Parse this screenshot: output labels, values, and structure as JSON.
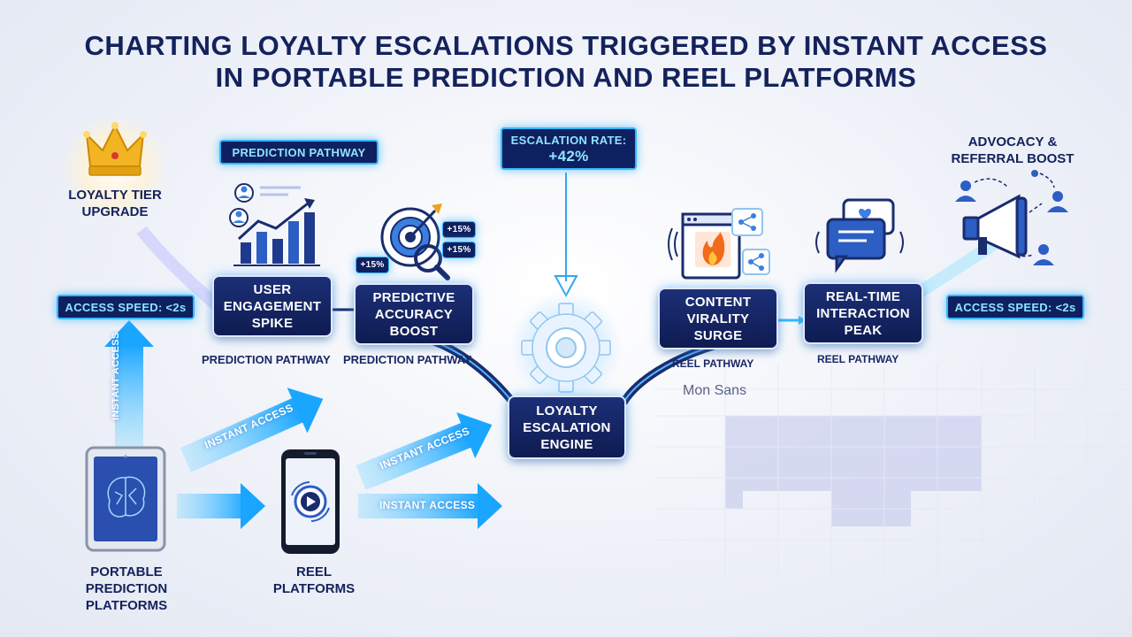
{
  "title": {
    "line1": "CHARTING LOYALTY ESCALATIONS TRIGGERED BY INSTANT ACCESS",
    "line2": "IN PORTABLE PREDICTION AND REEL PLATFORMS"
  },
  "sources": {
    "portable": "PORTABLE\nPREDICTION\nPLATFORMS",
    "reel": "REEL\nPLATFORMS"
  },
  "arrows": {
    "instant_access": "INSTANT ACCESS"
  },
  "access_speed": {
    "left": "ACCESS SPEED: <2s",
    "right": "ACCESS SPEED: <2s"
  },
  "pathway_tag": "PREDICTION PATHWAY",
  "escalation": {
    "label": "ESCALATION RATE:",
    "value": "+42%"
  },
  "nodes": {
    "engagement": "USER\nENGAGEMENT\nSPIKE",
    "accuracy": "PREDICTIVE\nACCURACY\nBOOST",
    "engine": "LOYALTY\nESCALATION\nENGINE",
    "virality": "CONTENT\nVIRALITY\nSURGE",
    "interaction": "REAL-TIME\nINTERACTION\nPEAK"
  },
  "captions": {
    "engagement": "PREDICTION PATHWAY",
    "accuracy": "PREDICTION PATHWAY",
    "virality": "REEL PATHWAY",
    "interaction": "REEL PATHWAY",
    "font_artifact": "Mon Sans"
  },
  "outcomes": {
    "loyalty_tier": "LOYALTY TIER\nUPGRADE",
    "advocacy": "ADVOCACY &\nREFERRAL BOOST"
  },
  "target_badges": {
    "top": "+15%",
    "right": "+15%",
    "left": "+15%"
  },
  "colors": {
    "navy": "#14225c",
    "node": "#15256a",
    "glow": "#35b8ff",
    "arrow": "#2fb5ff",
    "gold": "#f0b21e"
  }
}
